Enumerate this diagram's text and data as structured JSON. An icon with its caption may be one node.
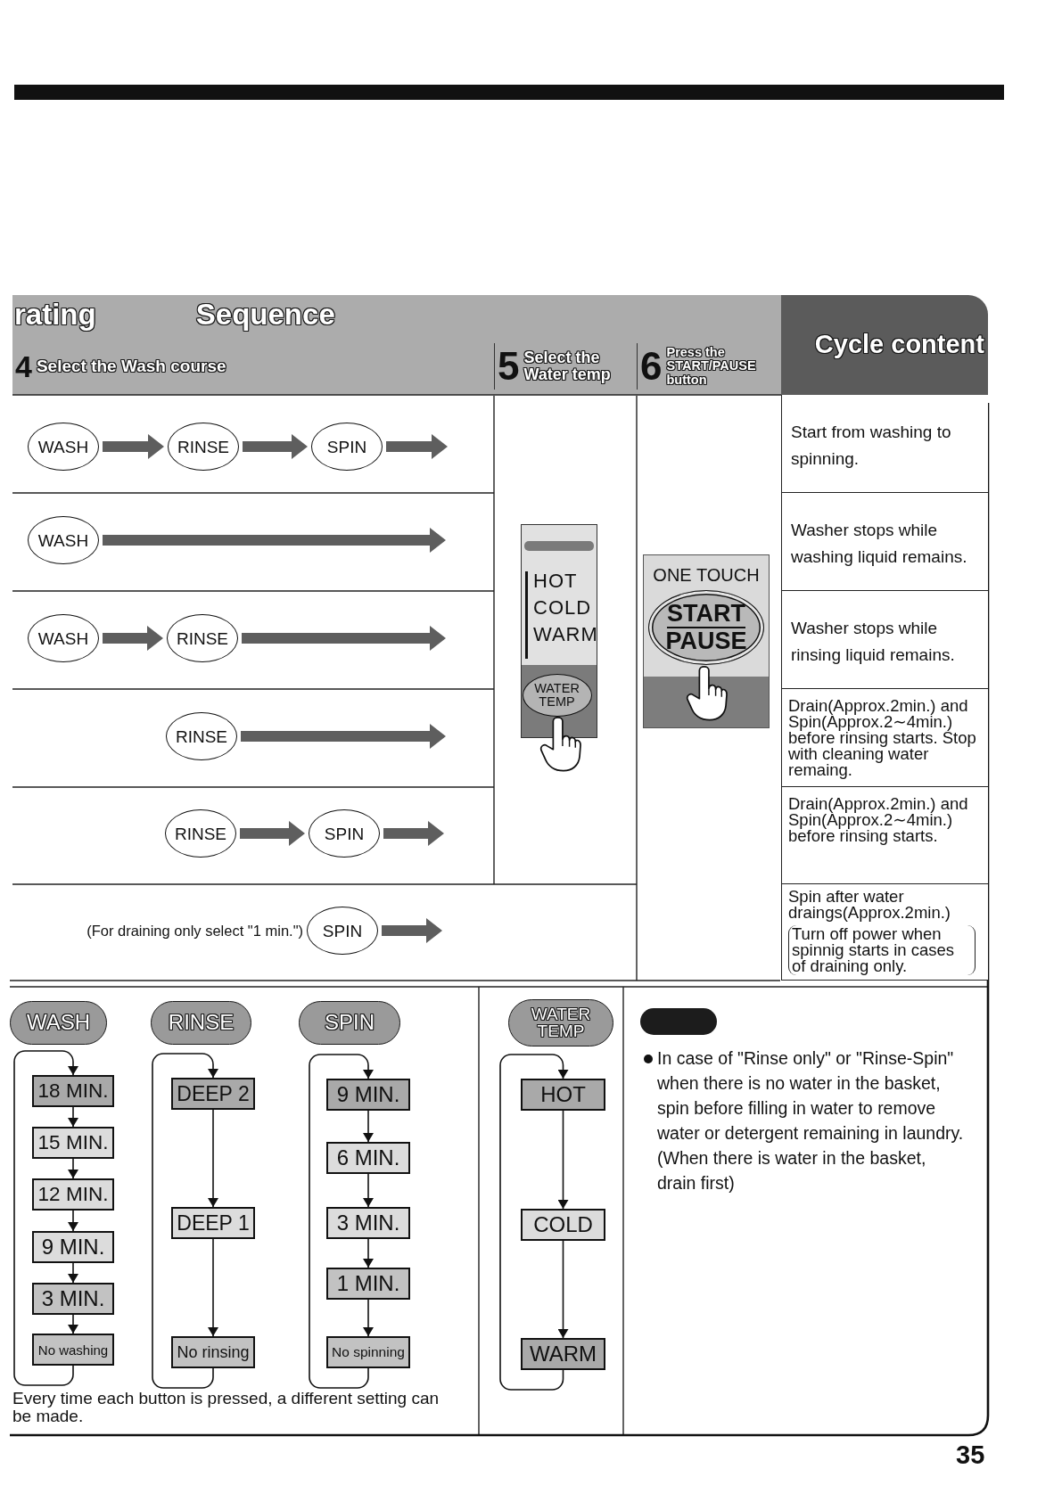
{
  "diagram": {
    "title": "rating Sequence",
    "nodes": [
      {
        "text": [
          "4",
          "Select the Wash course"
        ]
      },
      {
        "text": [
          "5",
          "Select the Water temp"
        ]
      },
      {
        "text": [
          "6",
          "Press the START/PAUSE button"
        ]
      },
      {
        "text": [
          "Cycle content"
        ]
      },
      {
        "text": [
          "WASH"
        ]
      },
      {
        "text": [
          "RINSE"
        ]
      },
      {
        "text": [
          "SPIN"
        ]
      },
      {
        "text": [
          "Start from washing to spinning."
        ]
      },
      {
        "text": [
          "WASH"
        ]
      },
      {
        "text": [
          "Washer stops while washing liquid remains."
        ]
      },
      {
        "text": [
          "WASH"
        ]
      },
      {
        "text": [
          "RINSE"
        ]
      },
      {
        "text": [
          "Washer stops while rinsing liquid remains."
        ]
      },
      {
        "text": [
          "RINSE"
        ]
      },
      {
        "text": [
          "Drain(Approx.2min.) and Spin(Approx.2∼4min.) before rinsing starts. Stop with cleaning water remaing."
        ]
      },
      {
        "text": [
          "RINSE"
        ]
      },
      {
        "text": [
          "SPIN"
        ]
      },
      {
        "text": [
          "Drain(Approx.2min.) and Spin(Approx.2∼4min.) before rinsing starts."
        ]
      },
      {
        "text": [
          "SPIN"
        ],
        "beside": [
          "(For draining only select \"1 min.\")"
        ]
      },
      {
        "text": [
          "Spin after water draings(Approx.2min.)",
          "Turn off power when spinnig starts in cases of draining only."
        ]
      },
      {
        "text": [
          "HOT",
          "COLD",
          "WARM"
        ]
      },
      {
        "text": [
          "WATER TEMP"
        ],
        "in": 20
      },
      {
        "text": [
          "ONE TOUCH"
        ]
      },
      {
        "text": [
          "START",
          "PAUSE"
        ],
        "in": 22
      },
      {
        "text": [
          "WASH"
        ]
      },
      {
        "text": [
          "18 MIN."
        ]
      },
      {
        "text": [
          "15 MIN."
        ]
      },
      {
        "text": [
          "12 MIN."
        ]
      },
      {
        "text": [
          "9 MIN."
        ]
      },
      {
        "text": [
          "3 MIN."
        ]
      },
      {
        "text": [
          "No washing"
        ]
      },
      {
        "text": [
          "RINSE"
        ]
      },
      {
        "text": [
          "DEEP 2"
        ]
      },
      {
        "text": [
          "DEEP 1"
        ]
      },
      {
        "text": [
          "No rinsing"
        ]
      },
      {
        "text": [
          "SPIN"
        ]
      },
      {
        "text": [
          "9 MIN."
        ]
      },
      {
        "text": [
          "6 MIN."
        ]
      },
      {
        "text": [
          "3 MIN."
        ]
      },
      {
        "text": [
          "1 MIN."
        ]
      },
      {
        "text": [
          "No spinning"
        ]
      },
      {
        "text": [
          "WATER TEMP"
        ]
      },
      {
        "text": [
          "HOT"
        ]
      },
      {
        "text": [
          "COLD"
        ]
      },
      {
        "text": [
          "WARM"
        ]
      },
      {
        "text": [],
        "shape": "pill"
      }
    ],
    "edges": [
      {
        "from": 4,
        "to": 5,
        "arrow": "to",
        "style": "thick",
        "color": "#5e5e5e"
      },
      {
        "from": 5,
        "to": 6,
        "arrow": "to",
        "style": "thick",
        "color": "#5e5e5e"
      },
      {
        "from": 6,
        "to": null,
        "arrow": "to",
        "style": "thick",
        "color": "#5e5e5e"
      },
      {
        "from": 8,
        "to": null,
        "arrow": "to",
        "style": "thick",
        "color": "#5e5e5e"
      },
      {
        "from": 10,
        "to": 11,
        "arrow": "to",
        "style": "thick",
        "color": "#5e5e5e"
      },
      {
        "from": 11,
        "to": null,
        "arrow": "to",
        "style": "thick",
        "color": "#5e5e5e"
      },
      {
        "from": 13,
        "to": null,
        "arrow": "to",
        "style": "thick",
        "color": "#5e5e5e"
      },
      {
        "from": 15,
        "to": 16,
        "arrow": "to",
        "style": "thick",
        "color": "#5e5e5e"
      },
      {
        "from": 16,
        "to": null,
        "arrow": "to",
        "style": "thick",
        "color": "#5e5e5e"
      },
      {
        "from": 18,
        "to": null,
        "arrow": "to",
        "style": "thick",
        "color": "#5e5e5e"
      },
      {
        "from": 25,
        "to": 26,
        "arrow": "to"
      },
      {
        "from": 26,
        "to": 27,
        "arrow": "to"
      },
      {
        "from": 27,
        "to": 28,
        "arrow": "to"
      },
      {
        "from": 28,
        "to": 29,
        "arrow": "to"
      },
      {
        "from": 29,
        "to": 30,
        "arrow": "to"
      },
      {
        "from": 30,
        "to": 25,
        "arrow": "to"
      },
      {
        "from": 32,
        "to": 33,
        "arrow": "to"
      },
      {
        "from": 33,
        "to": 34,
        "arrow": "to"
      },
      {
        "from": 34,
        "to": 32,
        "arrow": "to"
      },
      {
        "from": 36,
        "to": 37,
        "arrow": "to"
      },
      {
        "from": 37,
        "to": 38,
        "arrow": "to"
      },
      {
        "from": 38,
        "to": 39,
        "arrow": "to"
      },
      {
        "from": 39,
        "to": 40,
        "arrow": "to"
      },
      {
        "from": 40,
        "to": 36,
        "arrow": "to"
      },
      {
        "from": 42,
        "to": 43,
        "arrow": "to"
      },
      {
        "from": 43,
        "to": 44,
        "arrow": "to"
      },
      {
        "from": 44,
        "to": 42,
        "arrow": "to"
      }
    ],
    "labels": [
      "In case of \"Rinse only\" or \"Rinse-Spin\" when there is no water in the basket, spin before filling in water to remove water or detergent remaining in laundry. (When there is water in the basket, drain first)",
      "Every time each button is pressed, a different setting can be made.",
      "35"
    ]
  }
}
